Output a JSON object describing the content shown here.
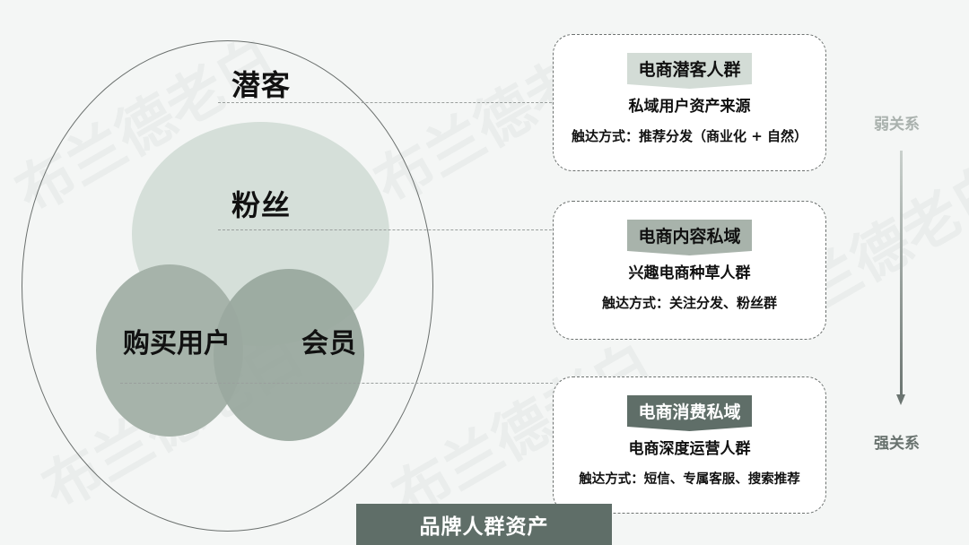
{
  "watermark": "布兰德老白",
  "diagram": {
    "title": "品牌人群资产",
    "circles": [
      {
        "id": "prospects",
        "label": "潜客",
        "color": "#f4f6f5"
      },
      {
        "id": "fans",
        "label": "粉丝",
        "color": "#d5dfd9"
      },
      {
        "id": "buyers",
        "label": "购买用户",
        "color": "#a6b3aa"
      },
      {
        "id": "members",
        "label": "会员",
        "color": "#9aa99f"
      }
    ],
    "cards": [
      {
        "tag": "电商潜客人群",
        "tag_color": "#d3dcd6",
        "subtitle": "私域用户资产来源",
        "reach": "触达方式：推荐分发（商业化 + 自然）"
      },
      {
        "tag": "电商内容私域",
        "tag_color": "#a8b3ab",
        "subtitle": "兴趣电商种草人群",
        "reach": "触达方式：关注分发、粉丝群"
      },
      {
        "tag": "电商消费私域",
        "tag_color": "#5f6e68",
        "subtitle": "电商深度运营人群",
        "reach": "触达方式：短信、专属客服、搜索推荐"
      }
    ],
    "relationship": {
      "top": "弱关系",
      "bottom": "强关系",
      "top_color": "#a9b1ad",
      "bottom_color": "#68726e"
    }
  }
}
